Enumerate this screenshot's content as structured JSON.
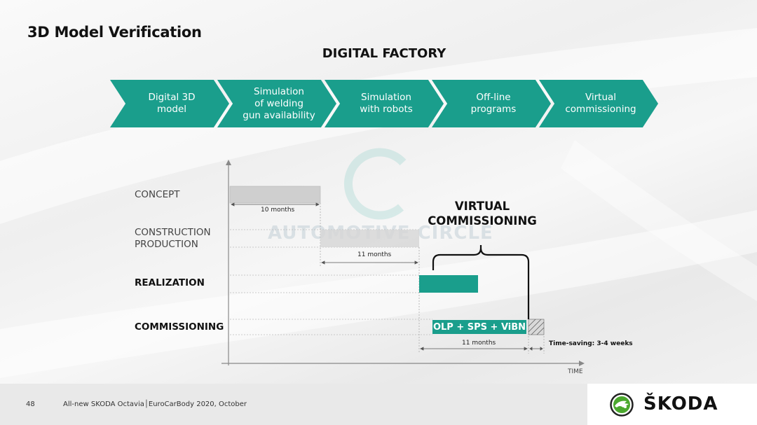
{
  "slide": {
    "title": "3D Model Verification",
    "subtitle": "DIGITAL FACTORY"
  },
  "process_steps": [
    "Digital 3D\nmodel",
    "Simulation\nof welding\ngun availability",
    "Simulation\nwith robots",
    "Off-line\nprograms",
    "Virtual\ncommissioning"
  ],
  "timeline": {
    "rows": [
      {
        "label": "CONCEPT"
      },
      {
        "label": "CONSTRUCTION\nPRODUCTION"
      },
      {
        "label": "REALIZATION"
      },
      {
        "label": "COMMISSIONING"
      }
    ],
    "durations": [
      "10 months",
      "11 months",
      "11 months"
    ],
    "virtual_commissioning_label": "VIRTUAL\nCOMMISSIONING",
    "commissioning_bar_label": "OLP + SPS + ViBN",
    "time_saving": "Time-saving: 3-4 weeks",
    "axis_label": "TIME"
  },
  "watermark": "AUTOMOTIVE CIRCLE",
  "colors": {
    "teal": "#1a9e8c",
    "grey_bar": "#cfcfcf"
  },
  "footer": {
    "page_number": "48",
    "text": "All-new SKODA Octavia│EuroCarBody 2020, October",
    "logo_text": "ŠKODA",
    "logo_icon": "skoda-winged-arrow-icon"
  }
}
